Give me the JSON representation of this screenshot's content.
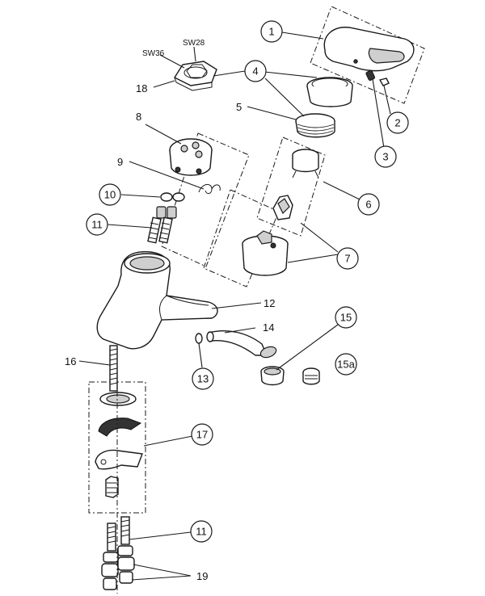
{
  "callouts": {
    "c1": "1",
    "c2": "2",
    "c3": "3",
    "c4": "4",
    "c5": "5",
    "c6": "6",
    "c7": "7",
    "c8": "8",
    "c9": "9",
    "c10": "10",
    "c11_top": "11",
    "c11_bottom": "11",
    "c12": "12",
    "c13": "13",
    "c14": "14",
    "c15": "15",
    "c15a": "15a",
    "c16": "16",
    "c17": "17",
    "c18": "18",
    "c19": "19"
  },
  "wrench_sizes": {
    "sw36": "SW36",
    "sw28": "SW28"
  }
}
